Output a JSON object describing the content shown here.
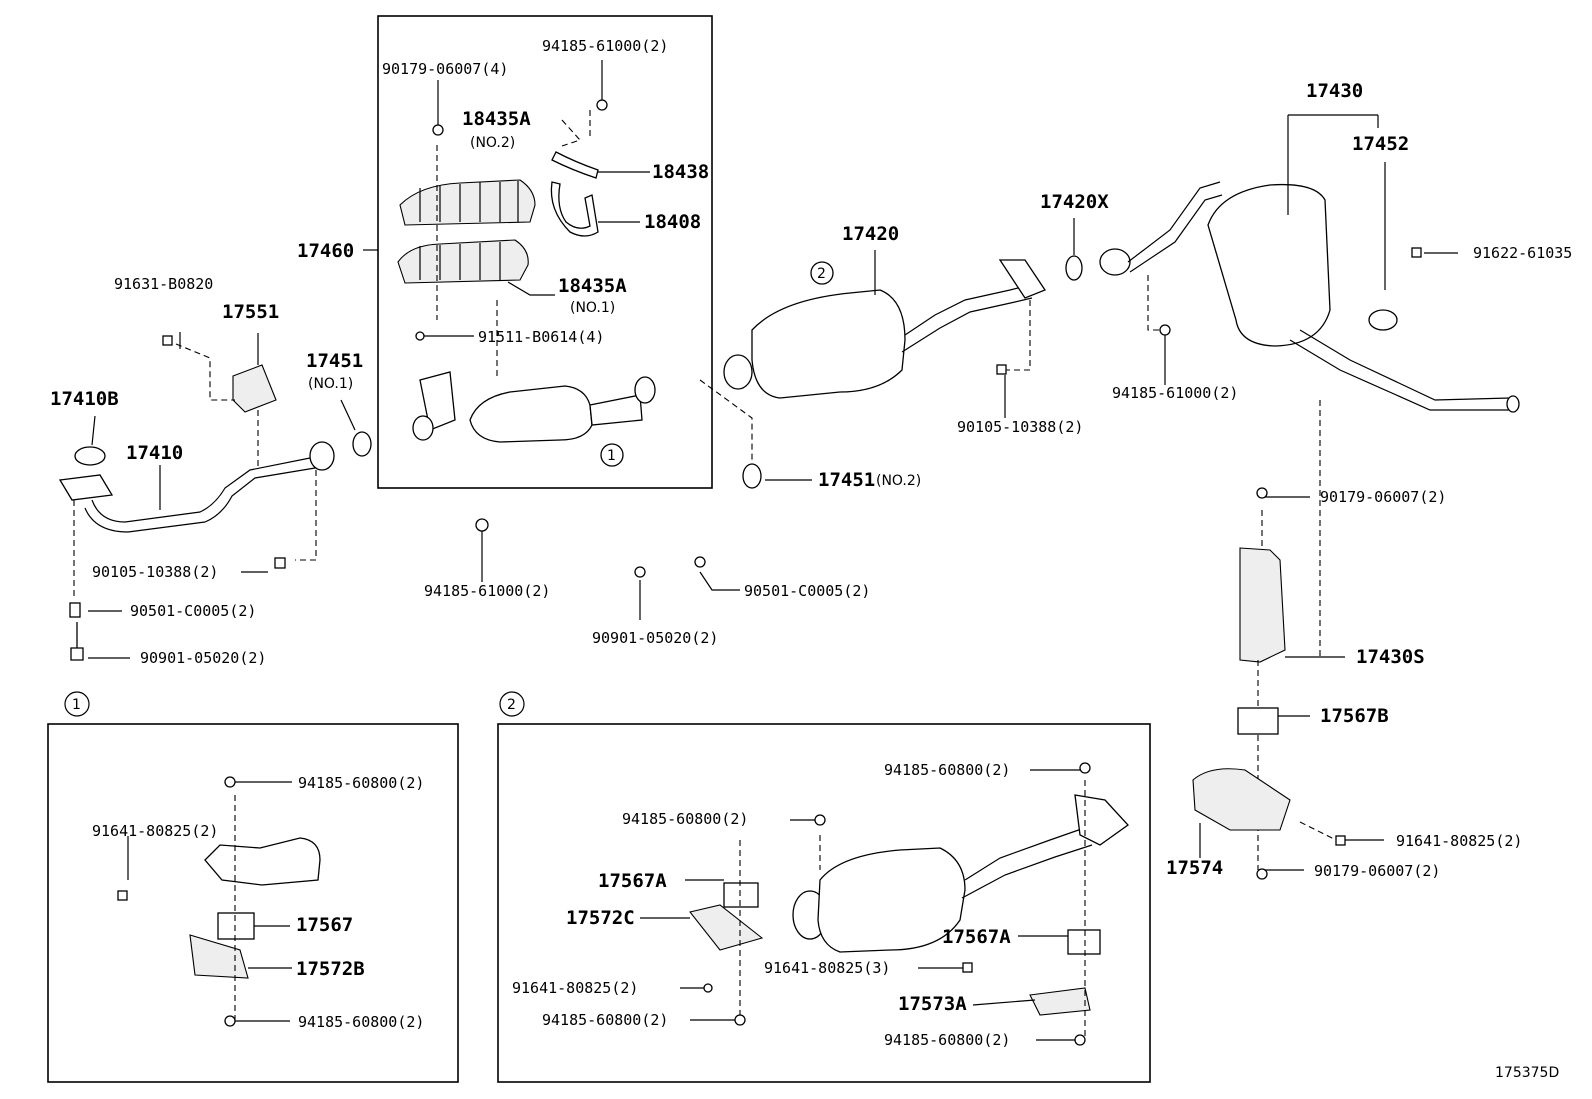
{
  "labels": {
    "p17460": "17460",
    "p90179_06007_4": "90179-06007(4)",
    "p94185_61000_2_top": "94185-61000(2)",
    "p18435A": "18435A",
    "p18435A_no2": "(NO.2)",
    "p18438": "18438",
    "p18408": "18408",
    "p18435A_b": "18435A",
    "p18435A_no1": "(NO.1)",
    "p91511": "91511-B0614(4)",
    "p91631": "91631-B0820",
    "p17551": "17551",
    "p17451": "17451",
    "p17451_no1": "(NO.1)",
    "p17410B": "17410B",
    "p17410": "17410",
    "p90105_left": "90105-10388(2)",
    "p90501_left": "90501-C0005(2)",
    "p90901_left": "90901-05020(2)",
    "p94185_61000_mid": "94185-61000(2)",
    "p90501_mid": "90501-C0005(2)",
    "p90901_mid": "90901-05020(2)",
    "p17451_b": "17451",
    "p17451_no2": "(NO.2)",
    "p17420": "17420",
    "p17420X": "17420X",
    "p90105_right": "90105-10388(2)",
    "p94185_61000_right": "94185-61000(2)",
    "p17430": "17430",
    "p17452": "17452",
    "p91622": "91622-61035",
    "p90179_06007_r": "90179-06007(2)",
    "p17430S": "17430S",
    "p17567B": "17567B",
    "p17574": "17574",
    "p91641_r": "91641-80825(2)",
    "p90179_06007_r2": "90179-06007(2)",
    "c1_94185_a": "94185-60800(2)",
    "c1_91641": "91641-80825(2)",
    "c1_17567": "17567",
    "c1_17572B": "17572B",
    "c1_94185_b": "94185-60800(2)",
    "c2_94185_a": "94185-60800(2)",
    "c2_94185_b": "94185-60800(2)",
    "c2_17567A_a": "17567A",
    "c2_17572C": "17572C",
    "c2_91641_a": "91641-80825(2)",
    "c2_94185_c": "94185-60800(2)",
    "c2_17567A_b": "17567A",
    "c2_91641_b": "91641-80825(3)",
    "c2_17573A": "17573A",
    "c2_94185_d": "94185-60800(2)",
    "ref1": "1",
    "ref2": "2",
    "diagram_id": "175375D"
  }
}
